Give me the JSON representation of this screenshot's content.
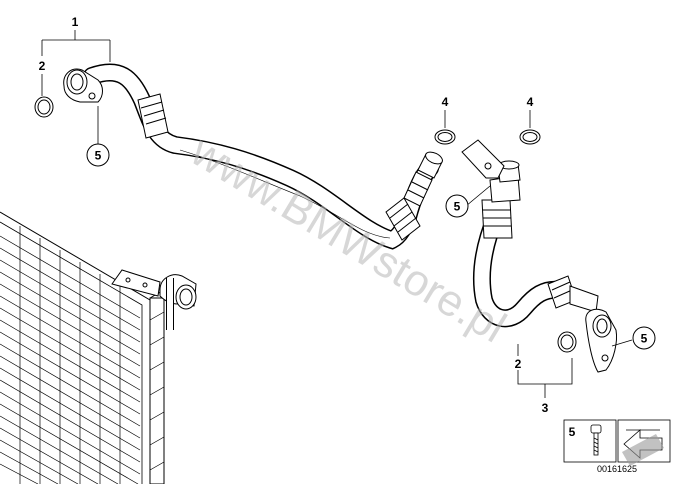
{
  "diagram": {
    "watermark": "www.BMWstore.pl",
    "reference_number": "00161625",
    "callouts": {
      "c1": "1",
      "c2a": "2",
      "c5a": "5",
      "c4a": "4",
      "c4b": "4",
      "c5b": "5",
      "c2b": "2",
      "c3": "3",
      "c5c": "5",
      "c5legend": "5"
    }
  }
}
